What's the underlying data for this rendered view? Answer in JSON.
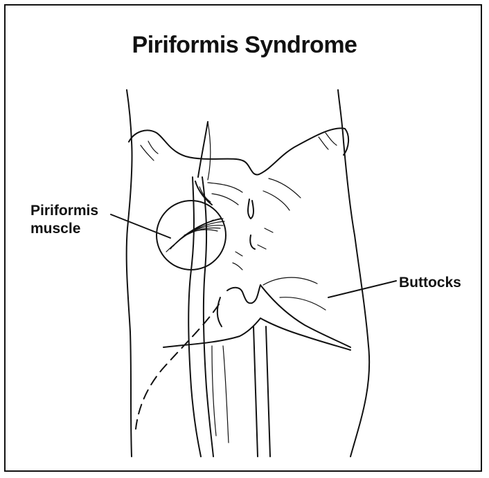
{
  "title": "Piriformis Syndrome",
  "labels": {
    "piriformis_line1": "Piriformis",
    "piriformis_line2": "muscle",
    "buttocks": "Buttocks"
  }
}
